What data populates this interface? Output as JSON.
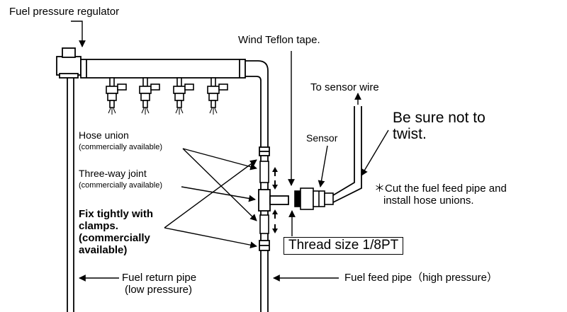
{
  "labels": {
    "regulator": "Fuel pressure regulator",
    "teflon": "Wind Teflon tape.",
    "sensor_wire": "To sensor wire",
    "twist_line1": "Be sure not to",
    "twist_line2": "twist.",
    "sensor": "Sensor",
    "hose_union": "Hose union",
    "hose_union_note": "(commercially available)",
    "three_way": "Three-way joint",
    "three_way_note": "(commercially available)",
    "clamps_line1": "Fix tightly with",
    "clamps_line2": "clamps.",
    "clamps_line3": "(commercially",
    "clamps_line4": "available)",
    "cut_line1": "＊Cut the fuel feed pipe and",
    "cut_line2": "install hose unions.",
    "thread": "Thread size 1/8PT",
    "return_line1": "Fuel return pipe",
    "return_line2": "(low pressure)",
    "feed": "Fuel feed pipe（high pressure）"
  },
  "colors": {
    "ink": "#000000",
    "background": "#ffffff"
  }
}
